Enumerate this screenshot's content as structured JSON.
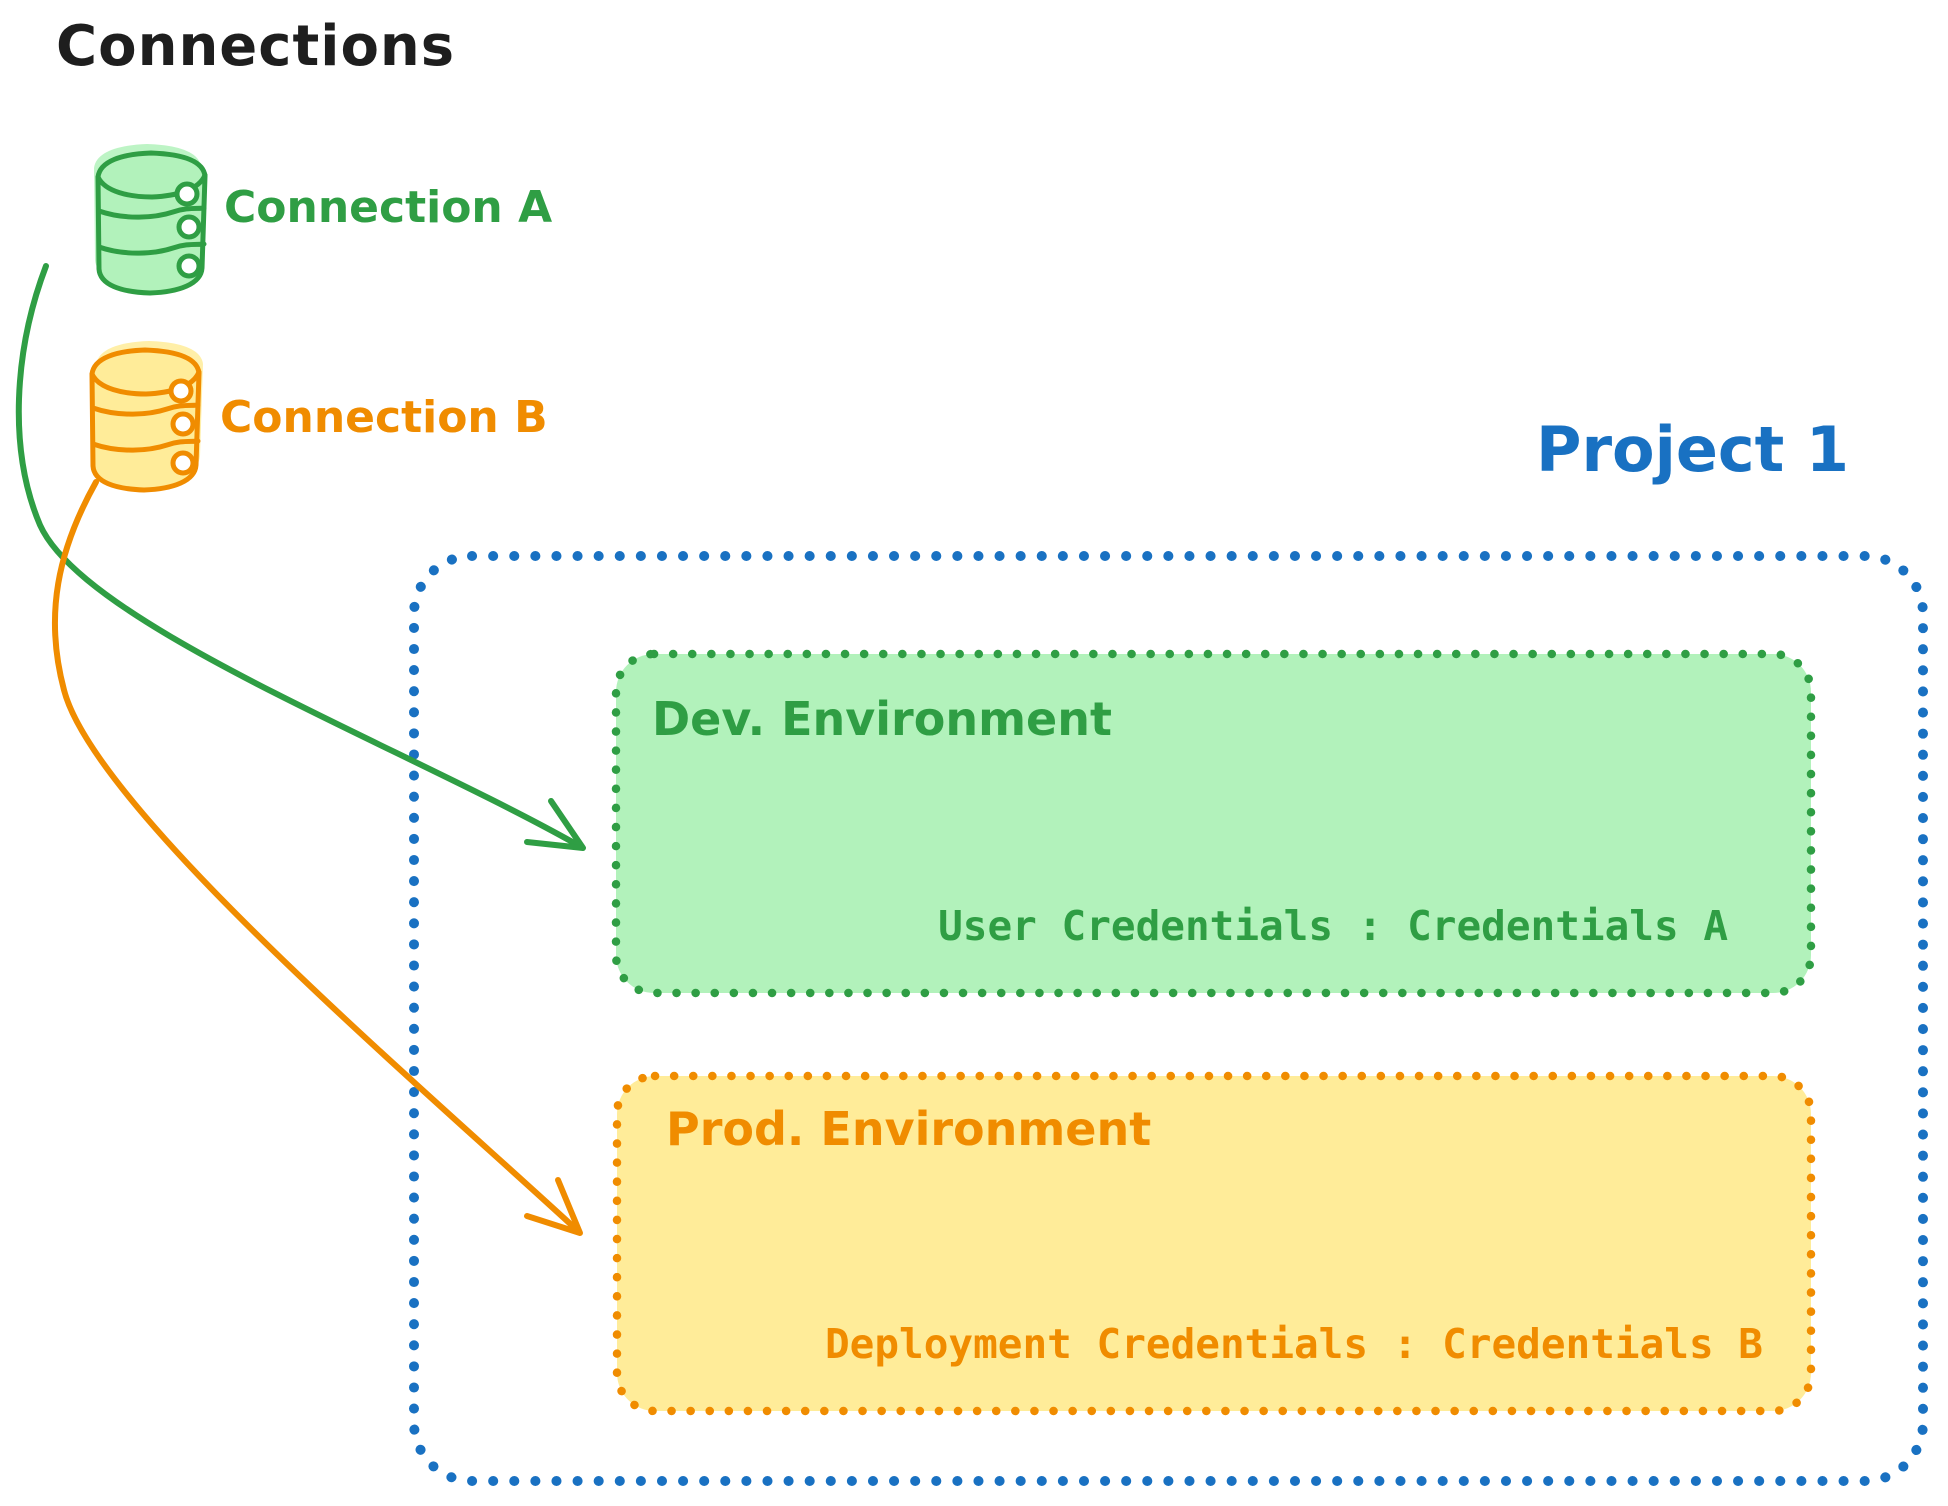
{
  "title": "Connections",
  "colors": {
    "ink": "#1e1e1e",
    "green_stroke": "#2f9e44",
    "green_fill": "#b2f2bb",
    "orange_stroke": "#f08c00",
    "orange_fill": "#ffec99",
    "blue_stroke": "#1971c2",
    "background": "#ffffff",
    "circle_fill": "#ffffff"
  },
  "connections": [
    {
      "label": "Connection A",
      "icon": "database-icon",
      "color": "#2f9e44",
      "fill": "#b2f2bb"
    },
    {
      "label": "Connection B",
      "icon": "database-icon",
      "color": "#f08c00",
      "fill": "#ffec99"
    }
  ],
  "project": {
    "title": "Project 1",
    "border_color": "#1971c2",
    "environments": [
      {
        "name": "Dev. Environment",
        "credentials": "User Credentials : Credentials A",
        "color": "#2f9e44",
        "fill": "#b2f2bb"
      },
      {
        "name": "Prod. Environment",
        "credentials": "Deployment Credentials : Credentials B",
        "color": "#f08c00",
        "fill": "#ffec99"
      }
    ]
  },
  "arrows": [
    {
      "name": "connection-a-to-dev-environment",
      "color": "#2f9e44"
    },
    {
      "name": "connection-b-to-prod-environment",
      "color": "#f08c00"
    }
  ]
}
